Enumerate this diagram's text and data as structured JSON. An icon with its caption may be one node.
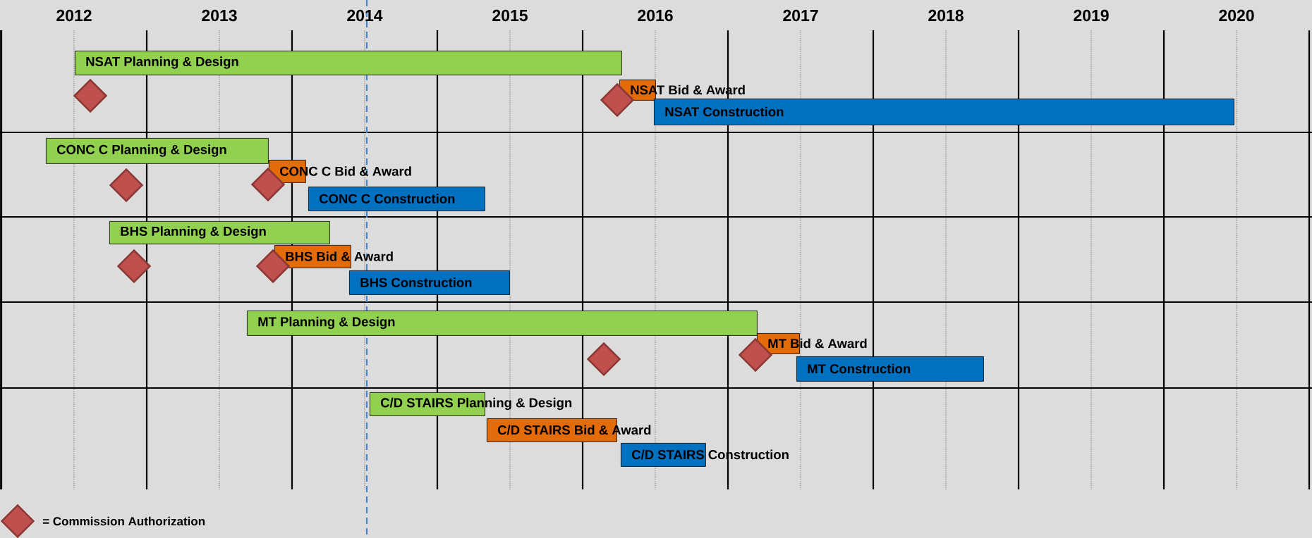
{
  "diagram": {
    "nodes": [
      {
        "text": [
          "NSAT Planning & Design"
        ]
      },
      {
        "text": [
          "NSAT Bid & Award"
        ]
      },
      {
        "text": [
          "NSAT Construction"
        ]
      },
      {
        "text": [],
        "shape": "diamond"
      },
      {
        "text": [],
        "shape": "diamond"
      },
      {
        "text": [
          "CONC C Planning & Design"
        ]
      },
      {
        "text": [
          "CONC C Bid & Award"
        ]
      },
      {
        "text": [
          "CONC C Construction"
        ]
      },
      {
        "text": [],
        "shape": "diamond"
      },
      {
        "text": [],
        "shape": "diamond"
      },
      {
        "text": [
          "BHS Planning & Design"
        ]
      },
      {
        "text": [
          "BHS Bid & Award"
        ]
      },
      {
        "text": [
          "BHS Construction"
        ]
      },
      {
        "text": [],
        "shape": "diamond"
      },
      {
        "text": [],
        "shape": "diamond"
      },
      {
        "text": [
          "MT Planning & Design"
        ]
      },
      {
        "text": [
          "MT Bid & Award"
        ]
      },
      {
        "text": [
          "MT Construction"
        ]
      },
      {
        "text": [],
        "shape": "diamond"
      },
      {
        "text": [],
        "shape": "diamond"
      },
      {
        "text": [
          "C/D STAIRS Planning & Design"
        ]
      },
      {
        "text": [
          "C/D STAIRS Bid & Award"
        ]
      },
      {
        "text": [
          "C/D STAIRS Construction"
        ]
      }
    ],
    "labels": [
      "2012",
      "2013",
      "2014",
      "2015",
      "2016",
      "2017",
      "2018",
      "2019",
      "2020"
    ],
    "legend": [
      {
        "text": "= Commission Authorization"
      }
    ]
  }
}
